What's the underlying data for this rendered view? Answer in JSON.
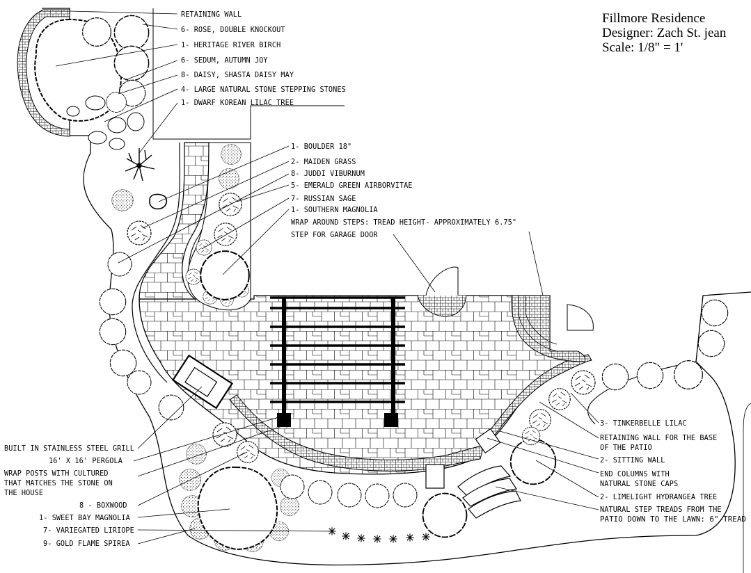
{
  "title_block": {
    "project": "Fillmore Residence",
    "designer": "Designer: Zach St. jean",
    "scale": "Scale: 1/8\" = 1'"
  },
  "labels": {
    "retaining_wall": "RETAINING WALL",
    "rose": "6- ROSE, DOUBLE KNOCKOUT",
    "river_birch": "1- HERITAGE RIVER BIRCH",
    "sedum": "6- SEDUM, AUTUMN JOY",
    "daisy": "8- DAISY, SHASTA DAISY MAY",
    "stepping_stones": "4- LARGE NATURAL STONE STEPPING STONES",
    "lilac_tree": "1- DWARF KOREAN LILAC TREE",
    "boulder": "1- BOULDER 18\"",
    "maiden_grass": "2- MAIDEN GRASS",
    "viburnum": "8- JUDDI VIBURNUM",
    "arborvitae": "5- EMERALD GREEN AIRBORVITAE",
    "russian_sage": "7- RUSSIAN SAGE",
    "southern_magnolia": "1- SOUTHERN MAGNOLIA",
    "wrap_steps": "WRAP AROUND STEPS: TREAD HEIGHT- APPROXIMATELY 6.75\"",
    "garage_step": "STEP FOR GARAGE DOOR",
    "grill": "BUILT IN STAINLESS STEEL GRILL",
    "pergola": "16' X 16' PERGOLA",
    "wrap_posts_1": "WRAP POSTS WITH CULTURED",
    "wrap_posts_2": "THAT MATCHES THE STONE ON",
    "wrap_posts_3": "THE HOUSE",
    "boxwood": "8 - BOXWOOD",
    "sweet_bay": "1- SWEET BAY MAGNOLIA",
    "liriope": "7- VARIEGATED LIRIOPE",
    "spirea": "9- GOLD FLAME SPIREA",
    "tinkerbelle": "3- TINKERBELLE  LILAC",
    "patio_wall_1": "RETAINING WALL FOR THE BASE",
    "patio_wall_2": "OF THE PATIO",
    "sitting_wall": "2- SITTING WALL",
    "end_columns_1": "END COLUMNS WITH",
    "end_columns_2": "NATURAL STONE CAPS",
    "hydrangea": "2- LIMELIGHT HYDRANGEA TREE",
    "treads_1": "NATURAL STEP TREADS FROM THE",
    "treads_2": "PATIO DOWN TO THE LAWN: 6\" TREAD"
  }
}
